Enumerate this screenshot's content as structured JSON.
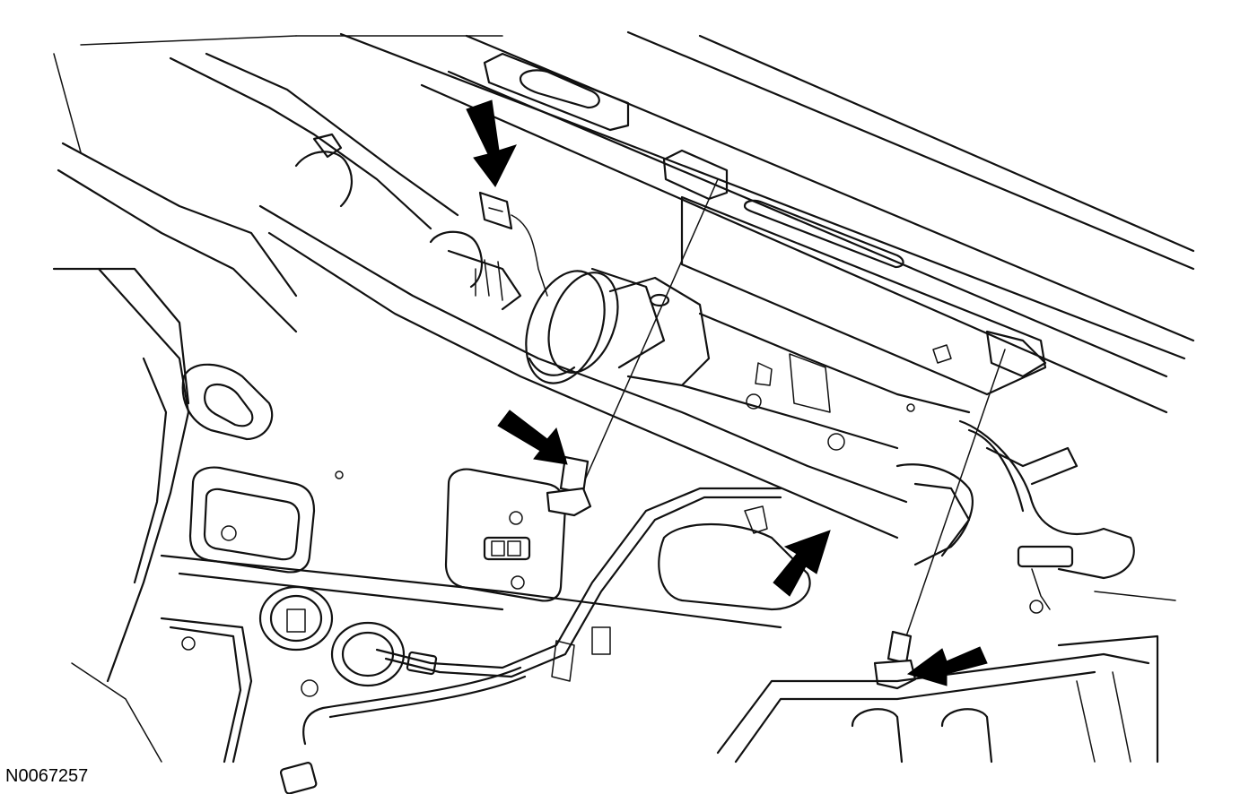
{
  "figure": {
    "id_label": "N0067257",
    "line_color": "#111111",
    "background": "#ffffff"
  },
  "callouts": [
    {
      "name": "arrow-connector-top",
      "points_to": "electrical-connector"
    },
    {
      "name": "arrow-bolt-center",
      "points_to": "bolt"
    },
    {
      "name": "arrow-bracket-lower",
      "points_to": "bracket"
    },
    {
      "name": "arrow-bolt-right",
      "points_to": "bolt"
    }
  ]
}
